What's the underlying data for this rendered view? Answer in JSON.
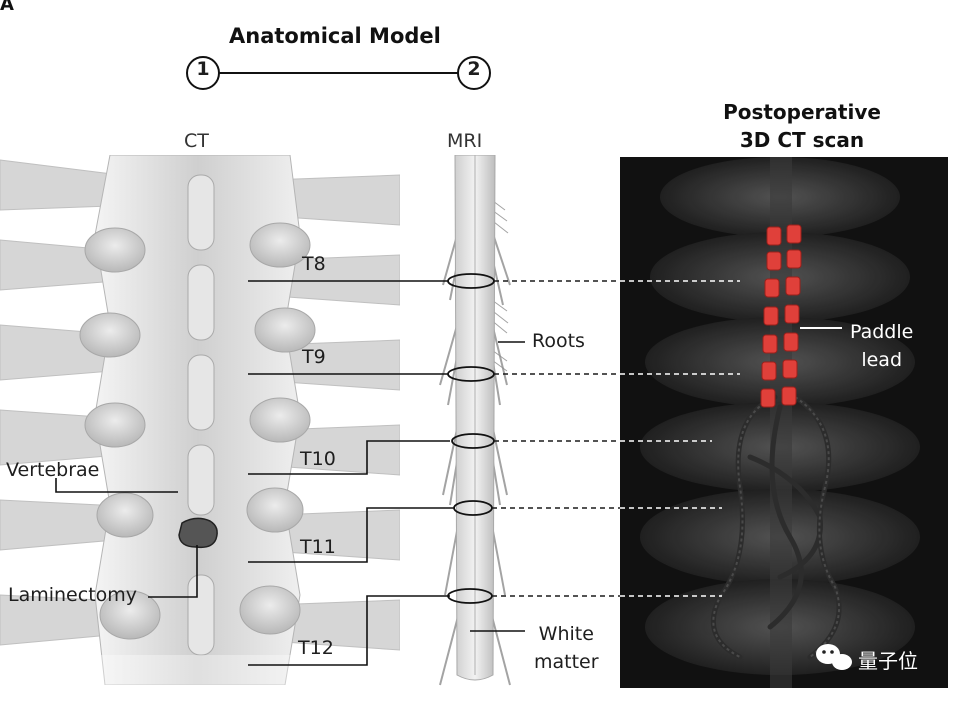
{
  "panel_label": "A",
  "header": {
    "title": "Anatomical Model",
    "step_1": "1",
    "step_2": "2"
  },
  "columns": {
    "ct": "CT",
    "mri": "MRI",
    "postop_line1": "Postoperative",
    "postop_line2": "3D CT scan"
  },
  "levels": [
    "T8",
    "T9",
    "T10",
    "T11",
    "T12"
  ],
  "annotations": {
    "vertebrae": "Vertebrae",
    "laminectomy": "Laminectomy",
    "roots": "Roots",
    "white_matter_line1": "White",
    "white_matter_line2": "matter",
    "paddle_line1": "Paddle",
    "paddle_line2": "lead"
  },
  "watermark": "量子位",
  "colors": {
    "bone": "#d9d9d9",
    "scan_background": "#111111",
    "paddle_lead": "#e0403a",
    "lines": "#1a1a1a"
  }
}
